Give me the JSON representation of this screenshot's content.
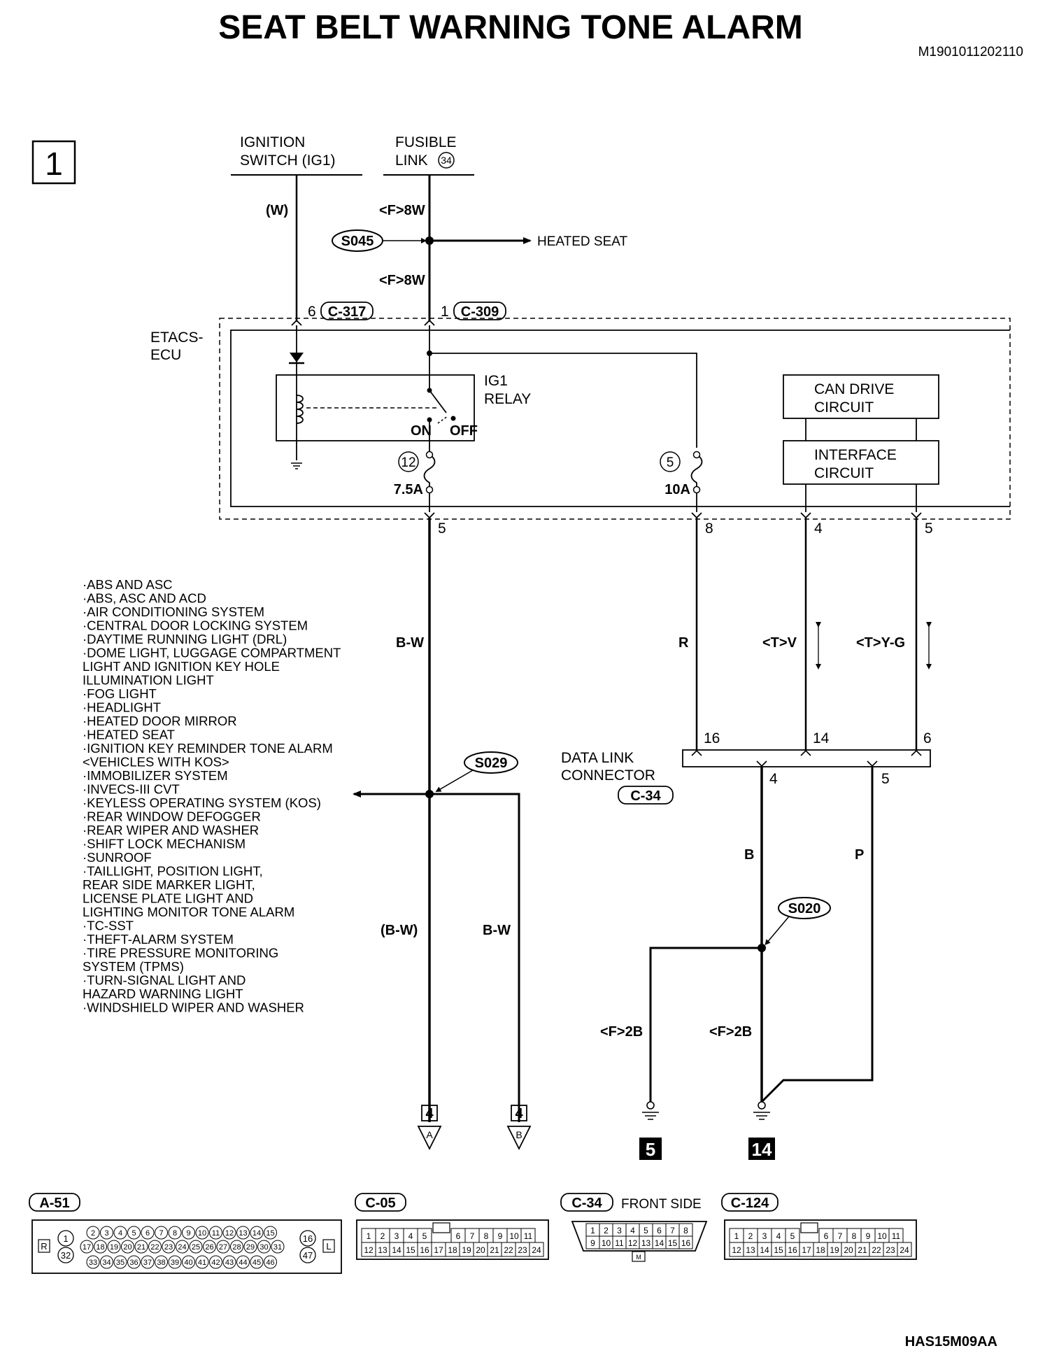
{
  "document": {
    "title": "SEAT BELT WARNING TONE ALARM",
    "doc_code": "M1901011202110",
    "page_number": "1",
    "figure_code": "HAS15M09AA"
  },
  "sources": {
    "ignition_line1": "IGNITION",
    "ignition_line2": "SWITCH (IG1)",
    "fusible_line1": "FUSIBLE",
    "fusible_line2": "LINK",
    "fusible_number": "34"
  },
  "wires": {
    "ign_color": "(W)",
    "fuse_upper": "<F>8W",
    "fuse_lower": "<F>8W",
    "main_bw": "B-W",
    "red": "R",
    "can_v": "<T>V",
    "can_yg": "<T>Y-G",
    "dlc_b": "B",
    "dlc_p": "P",
    "branch_bw_paren": "(B-W)",
    "branch_bw": "B-W",
    "gnd_left": "<F>2B",
    "gnd_right": "<F>2B"
  },
  "splices": {
    "s045": "S045",
    "s029": "S029",
    "s020": "S020"
  },
  "heated_seat": "HEATED SEAT",
  "connectors": {
    "c317_pin": "6",
    "c317": "C-317",
    "c309_pin": "1",
    "c309": "C-309",
    "c34": "C-34",
    "c34_front": "FRONT SIDE",
    "a51": "A-51",
    "c05": "C-05",
    "c124": "C-124"
  },
  "ecu": {
    "name_line1": "ETACS-",
    "name_line2": "ECU",
    "relay_line1": "IG1",
    "relay_line2": "RELAY",
    "relay_on": "ON",
    "relay_off": "OFF",
    "fuse12_no": "12",
    "fuse12_rating": "7.5A",
    "fuse5_no": "5",
    "fuse5_rating": "10A",
    "can_drive_line1": "CAN DRIVE",
    "can_drive_line2": "CIRCUIT",
    "interface_line1": "INTERFACE",
    "interface_line2": "CIRCUIT",
    "pin_main": "5",
    "pin_red": "8",
    "pin_can_v": "4",
    "pin_can_yg": "5"
  },
  "data_link": {
    "line1": "DATA LINK",
    "line2": "CONNECTOR",
    "pin16": "16",
    "pin14": "14",
    "pin6": "6",
    "pin4": "4",
    "pin5": "5"
  },
  "refs": {
    "left_page": "4",
    "left_letter": "A",
    "right_page": "4",
    "right_letter": "B"
  },
  "grounds": {
    "left": "5",
    "right": "14"
  },
  "systems": [
    "·ABS AND ASC",
    "·ABS, ASC AND ACD",
    "·AIR CONDITIONING SYSTEM",
    "·CENTRAL DOOR LOCKING SYSTEM",
    "·DAYTIME RUNNING LIGHT (DRL)",
    "·DOME LIGHT, LUGGAGE COMPARTMENT",
    " LIGHT AND IGNITION KEY HOLE",
    " ILLUMINATION LIGHT",
    "·FOG LIGHT",
    "·HEADLIGHT",
    "·HEATED DOOR MIRROR",
    "·HEATED SEAT",
    "·IGNITION KEY REMINDER TONE ALARM",
    " <VEHICLES WITH KOS>",
    "·IMMOBILIZER SYSTEM",
    "·INVECS-III CVT",
    "·KEYLESS OPERATING SYSTEM (KOS)",
    "·REAR WINDOW DEFOGGER",
    "·REAR WIPER AND WASHER",
    "·SHIFT LOCK MECHANISM",
    "·SUNROOF",
    "·TAILLIGHT, POSITION LIGHT,",
    " REAR SIDE MARKER LIGHT,",
    " LICENSE PLATE LIGHT AND",
    " LIGHTING MONITOR TONE ALARM",
    "·TC-SST",
    "·THEFT-ALARM SYSTEM",
    "·TIRE PRESSURE MONITORING",
    " SYSTEM (TPMS)",
    "·TURN-SIGNAL LIGHT AND",
    " HAZARD WARNING LIGHT",
    "·WINDSHIELD WIPER AND WASHER"
  ],
  "connector_faces": {
    "a51_side_left": "R",
    "a51_side_right": "L",
    "a51_pin1": "1",
    "a51_pin32": "32",
    "a51_pin16": "16",
    "a51_pin47": "47",
    "a51_row1": [
      "2",
      "3",
      "4",
      "5",
      "6",
      "7",
      "8",
      "9",
      "10",
      "11",
      "12",
      "13",
      "14",
      "15"
    ],
    "a51_row2": [
      "17",
      "18",
      "19",
      "20",
      "21",
      "22",
      "23",
      "24",
      "25",
      "26",
      "27",
      "28",
      "29",
      "30",
      "31"
    ],
    "a51_row3": [
      "33",
      "34",
      "35",
      "36",
      "37",
      "38",
      "39",
      "40",
      "41",
      "42",
      "43",
      "44",
      "45",
      "46"
    ],
    "c05_top": [
      "1",
      "2",
      "3",
      "4",
      "5",
      "",
      "6",
      "7",
      "8",
      "9",
      "10",
      "11"
    ],
    "c05_bottom": [
      "12",
      "13",
      "14",
      "15",
      "16",
      "17",
      "18",
      "19",
      "20",
      "21",
      "22",
      "23",
      "24"
    ],
    "c34_top": [
      "1",
      "2",
      "3",
      "4",
      "5",
      "6",
      "7",
      "8"
    ],
    "c34_bottom": [
      "9",
      "10",
      "11",
      "12",
      "13",
      "14",
      "15",
      "16"
    ],
    "c34_key": "M",
    "c124_top": [
      "1",
      "2",
      "3",
      "4",
      "5",
      "",
      "6",
      "7",
      "8",
      "9",
      "10",
      "11"
    ],
    "c124_bottom": [
      "12",
      "13",
      "14",
      "15",
      "16",
      "17",
      "18",
      "19",
      "20",
      "21",
      "22",
      "23",
      "24"
    ]
  },
  "colors": {
    "ink": "#000000",
    "paper": "#ffffff"
  }
}
